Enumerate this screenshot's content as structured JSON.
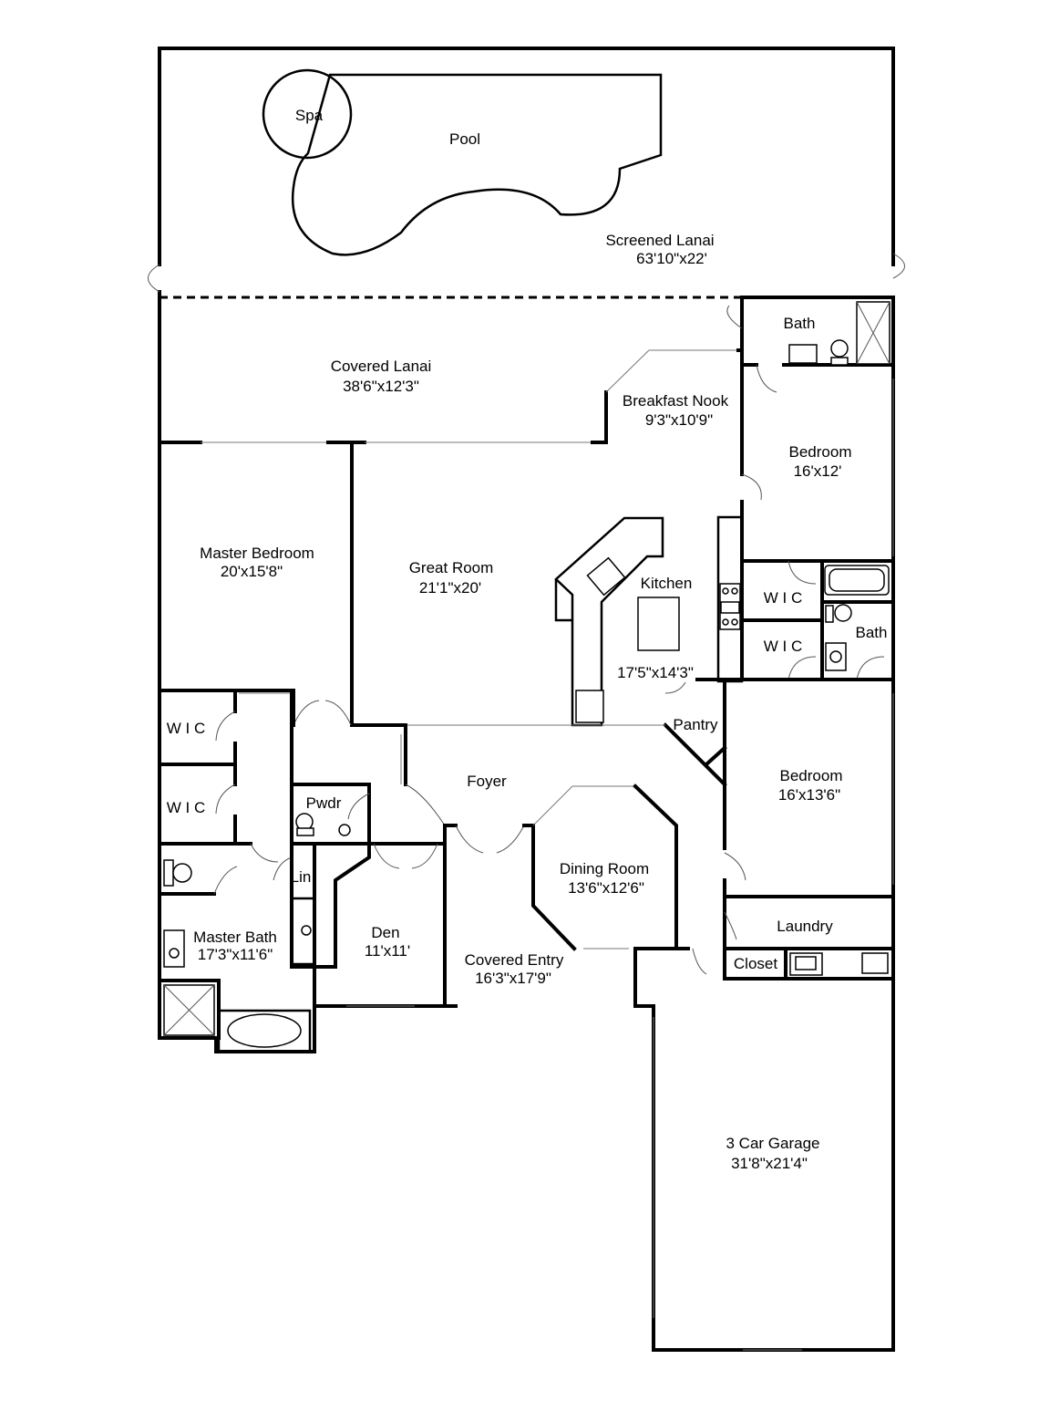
{
  "rooms": {
    "spa": {
      "name": "Spa"
    },
    "pool": {
      "name": "Pool"
    },
    "screened_lanai": {
      "name": "Screened Lanai",
      "size": "63'10\"x22'"
    },
    "covered_lanai": {
      "name": "Covered Lanai",
      "size": "38'6\"x12'3\""
    },
    "breakfast_nook": {
      "name": "Breakfast Nook",
      "size": "9'3\"x10'9\""
    },
    "bath_top": {
      "name": "Bath"
    },
    "bedroom_right_top": {
      "name": "Bedroom",
      "size": "16'x12'"
    },
    "master_bedroom": {
      "name": "Master Bedroom",
      "size": "20'x15'8\""
    },
    "great_room": {
      "name": "Great Room",
      "size": "21'1\"x20'"
    },
    "kitchen": {
      "name": "Kitchen",
      "size": "17'5\"x14'3\""
    },
    "wic_right_1": {
      "name": "W I C"
    },
    "wic_right_2": {
      "name": "W I C"
    },
    "bath_right": {
      "name": "Bath"
    },
    "pantry": {
      "name": "Pantry"
    },
    "wic_left_1": {
      "name": "W I C"
    },
    "wic_left_2": {
      "name": "W I C"
    },
    "foyer": {
      "name": "Foyer"
    },
    "bedroom_right_mid": {
      "name": "Bedroom",
      "size": "16'x13'6\""
    },
    "pwdr": {
      "name": "Pwdr"
    },
    "dining_room": {
      "name": "Dining Room",
      "size": "13'6\"x12'6\""
    },
    "lin": {
      "name": "Lin"
    },
    "master_bath": {
      "name": "Master Bath",
      "size": "17'3\"x11'6\""
    },
    "den": {
      "name": "Den",
      "size": "11'x11'"
    },
    "laundry": {
      "name": "Laundry"
    },
    "closet": {
      "name": "Closet"
    },
    "covered_entry": {
      "name": "Covered Entry",
      "size": "16'3\"x17'9\""
    },
    "garage": {
      "name": "3 Car Garage",
      "size": "31'8\"x21'4\""
    }
  }
}
